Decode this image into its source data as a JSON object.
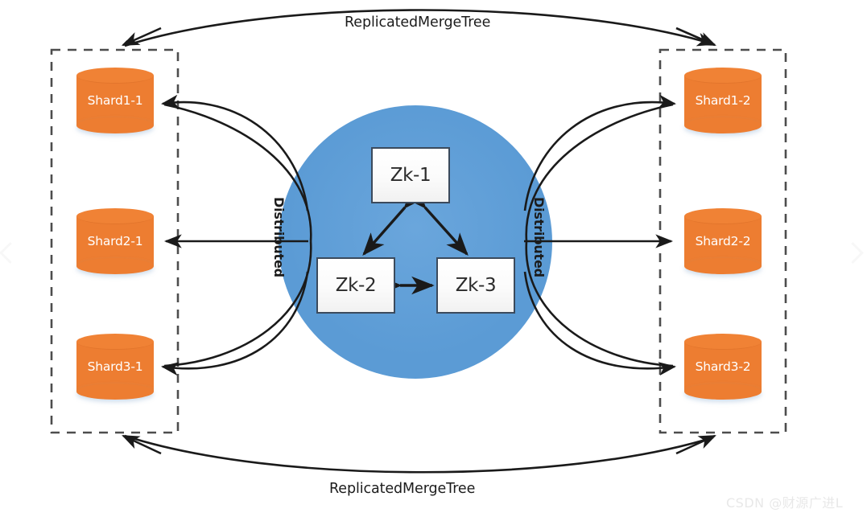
{
  "diagram": {
    "title_top": "ReplicatedMergeTree",
    "title_bottom": "ReplicatedMergeTree",
    "colors": {
      "shard_fill": "#ED7D31",
      "zk_circle_fill": "#5B9BD5",
      "zk_box_border": "#3B4A5C",
      "arrow_stroke": "#1A1A1A",
      "dashed_box_stroke": "#4D4D4D",
      "background": "#FFFFFF",
      "watermark_text": "#E8E8E8"
    },
    "left_cluster": {
      "name": "left-replica-group",
      "shards": [
        {
          "label": "Shard1-1"
        },
        {
          "label": "Shard2-1"
        },
        {
          "label": "Shard3-1"
        }
      ],
      "distributed_label": "Distributed"
    },
    "right_cluster": {
      "name": "right-replica-group",
      "shards": [
        {
          "label": "Shard1-2"
        },
        {
          "label": "Shard2-2"
        },
        {
          "label": "Shard3-2"
        }
      ],
      "distributed_label": "Distributed"
    },
    "zookeeper_ensemble": {
      "nodes": [
        {
          "label": "Zk-1"
        },
        {
          "label": "Zk-2"
        },
        {
          "label": "Zk-3"
        }
      ]
    }
  },
  "viewer": {
    "prev_icon": "chevron-left-icon",
    "next_icon": "chevron-right-icon"
  },
  "watermark": {
    "text": "CSDN @财源广进L"
  }
}
